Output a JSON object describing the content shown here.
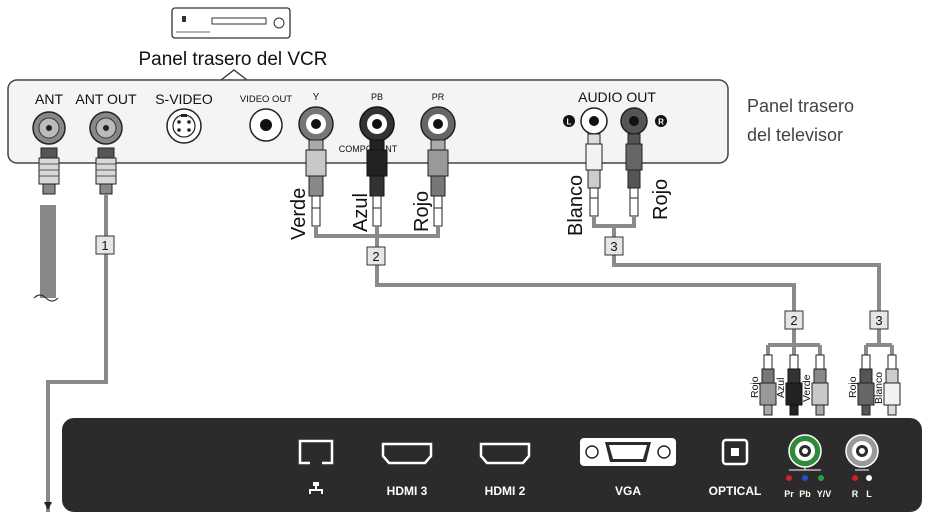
{
  "vcr": {
    "panel_label": "Panel trasero del VCR",
    "tv_label_line1": "Panel trasero",
    "tv_label_line2": "del televisor",
    "ports": {
      "ant": "ANT",
      "ant_out": "ANT OUT",
      "s_video": "S-VIDEO",
      "video_out": "VIDEO OUT",
      "y": "Y",
      "pb": "PB",
      "pr": "PR",
      "component": "COMPONENT",
      "audio_out": "AUDIO OUT",
      "left_marker": "L",
      "right_marker": "R"
    }
  },
  "cables": {
    "verde": "Verde",
    "azul": "Azul",
    "rojo": "Rojo",
    "blanco": "Blanco",
    "rojo_audio": "Rojo"
  },
  "callouts": {
    "c1": "1",
    "c2": "2",
    "c3": "3",
    "c2_tv": "2",
    "c3_tv": "3"
  },
  "tv_plugs": {
    "rojo": "Rojo",
    "azul": "Azul",
    "verde": "Verde",
    "rojo_audio": "Rojo",
    "blanco": "Blanco"
  },
  "tv_panel": {
    "hdmi3": "HDMI 3",
    "hdmi2": "HDMI 2",
    "vga": "VGA",
    "optical": "OPTICAL",
    "pr": "Pr",
    "pb": "Pb",
    "yv": "Y/V",
    "r": "R",
    "l": "L"
  },
  "colors": {
    "cable": "#8a8a8a",
    "tv_panel": "#2b2b2b",
    "comp_ring": "#2e8b3a",
    "red_dot": "#d42020",
    "blue_dot": "#2050d0",
    "green_dot": "#2ea040"
  }
}
